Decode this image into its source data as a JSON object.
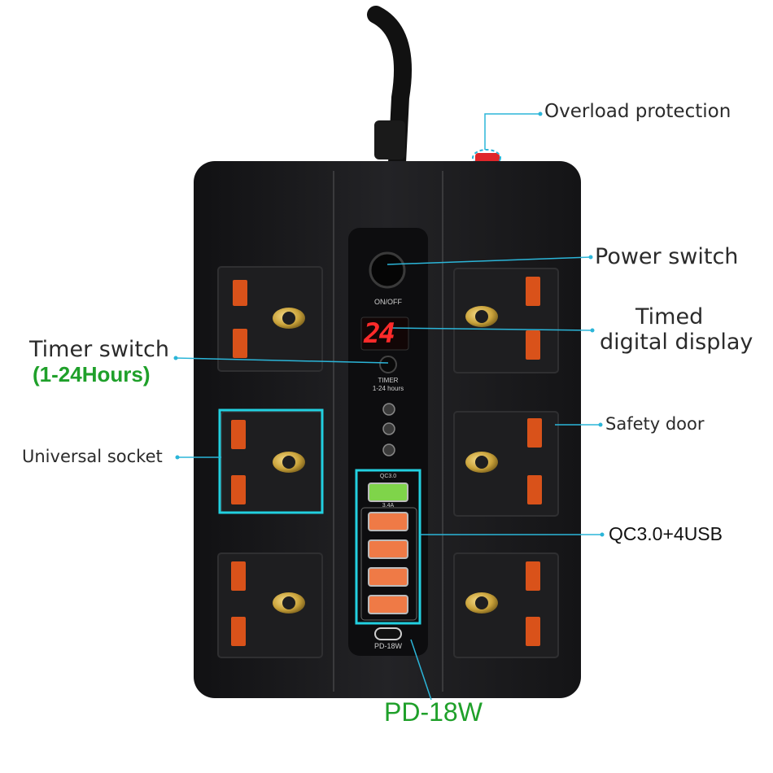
{
  "callouts": {
    "overload_protection": "Overload protection",
    "power_switch": "Power switch",
    "timed_display_line1": "Timed",
    "timed_display_line2": "digital display",
    "timer_switch": "Timer switch",
    "timer_range": "(1-24Hours)",
    "safety_door": "Safety door",
    "universal_socket": "Universal socket",
    "usb_ports": "QC3.0+4USB",
    "pd_port": "PD-18W"
  },
  "device": {
    "switch_label": "ON/OFF",
    "display_value": "24",
    "timer_label_line1": "TIMER",
    "timer_label_line2": "1-24 hours",
    "qc_port_label": "QC3.0",
    "usb_current_label": "3.4A",
    "pd_port_label": "PD-18W"
  },
  "colors": {
    "body": "#1c1c1e",
    "socket_shutter": "#d9521a",
    "socket_ground": "#c9a23a",
    "callout_line": "#2bb5d8",
    "highlight_box": "#22d0e0",
    "qc_port": "#7fd44a",
    "usb_port": "#ef7a46",
    "display_digits": "#ff2a2a"
  }
}
